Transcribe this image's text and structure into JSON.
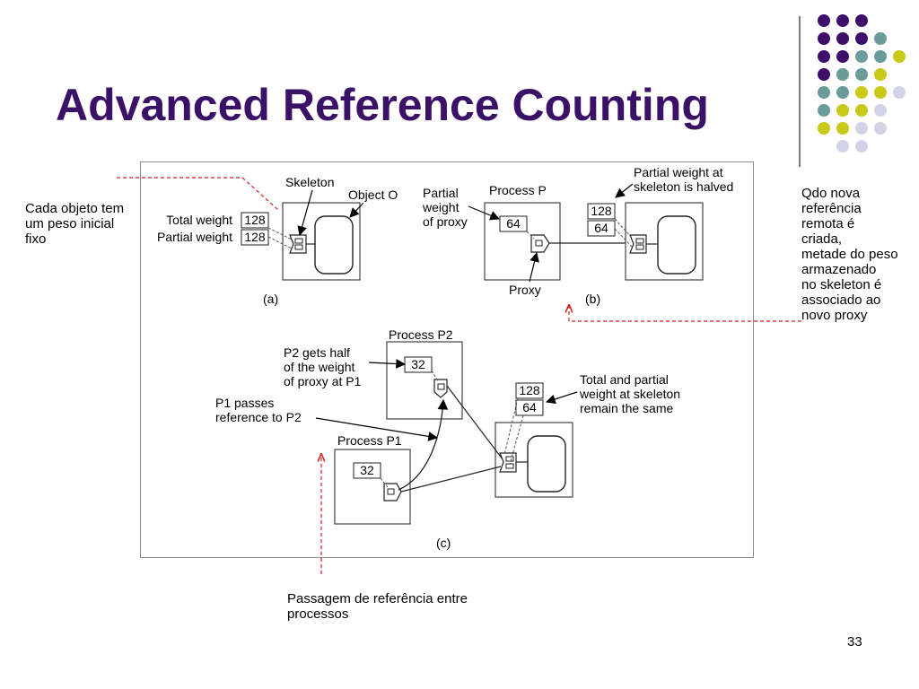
{
  "slide": {
    "title": "Advanced Reference Counting",
    "page_number": "33"
  },
  "notes": {
    "left": [
      "Cada objeto tem",
      "um peso inicial",
      "fixo"
    ],
    "right": [
      "Qdo nova",
      "referência",
      "remota é",
      "criada,",
      "metade do peso",
      "armazenado",
      "no skeleton é",
      "associado ao",
      "novo proxy"
    ],
    "bottom": [
      "Passagem de referência entre",
      "processos"
    ]
  },
  "figure": {
    "a": {
      "label_skeleton": "Skeleton",
      "label_object": "Object O",
      "label_total": "Total weight",
      "label_partial": "Partial weight",
      "total_value": "128",
      "partial_value": "128",
      "caption": "(a)"
    },
    "b": {
      "label_process": "Process P",
      "label_partial_proxy": [
        "Partial",
        "weight",
        "of proxy"
      ],
      "proxy_value": "64",
      "label_proxy": "Proxy",
      "label_skeleton_halved": [
        "Partial weight at",
        "skeleton is halved"
      ],
      "skeleton_total": "128",
      "skeleton_partial": "64",
      "caption": "(b)"
    },
    "c": {
      "label_p2": "Process P2",
      "label_p1": "Process P1",
      "p2_value": "32",
      "p1_value": "32",
      "label_p2_gets": [
        "P2 gets half",
        "of the weight",
        "of proxy at P1"
      ],
      "label_p1_passes": [
        "P1 passes",
        "reference to P2"
      ],
      "label_remain": [
        "Total and partial",
        "weight at skeleton",
        "remain the same"
      ],
      "skeleton_total": "128",
      "skeleton_partial": "64",
      "caption": "(c)"
    }
  },
  "colors": {
    "title": "#3b1168",
    "dark_purple": "#3d0f6a",
    "teal": "#6c9b9c",
    "yellow_green": "#c9c91a",
    "lavender": "#d3d3e8",
    "annotation_red": "#d42020"
  },
  "decor_dots": [
    [
      "dark_purple",
      "dark_purple",
      "dark_purple"
    ],
    [
      "dark_purple",
      "dark_purple",
      "dark_purple",
      "teal"
    ],
    [
      "dark_purple",
      "dark_purple",
      "teal",
      "teal",
      "yellow_green"
    ],
    [
      "dark_purple",
      "teal",
      "teal",
      "yellow_green"
    ],
    [
      "teal",
      "teal",
      "yellow_green",
      "yellow_green",
      "lavender"
    ],
    [
      "teal",
      "yellow_green",
      "yellow_green",
      "lavender"
    ],
    [
      "yellow_green",
      "yellow_green",
      "lavender",
      "lavender"
    ],
    [
      "lavender",
      "lavender"
    ]
  ]
}
